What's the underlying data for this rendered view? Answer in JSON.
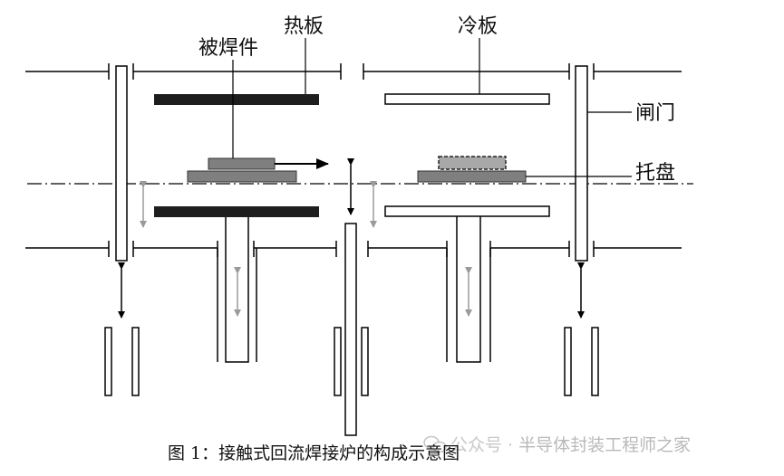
{
  "labels": {
    "hot_plate": "热板",
    "cold_plate": "冷板",
    "workpiece": "被焊件",
    "gate": "闸门",
    "tray": "托盘"
  },
  "caption": "图 1：接触式回流焊接炉的构成示意图",
  "watermark": {
    "prefix": "公众号 · ",
    "name": "半导体封装工程师之家"
  },
  "colors": {
    "line": "#000000",
    "dark_plate": "#1e1e1e",
    "tray_gray": "#7f7f7f",
    "light_arrow": "#9a9a9a",
    "watermark": "#b9b9b9"
  },
  "icons": {
    "watermark_logo": "wechat-icon"
  }
}
